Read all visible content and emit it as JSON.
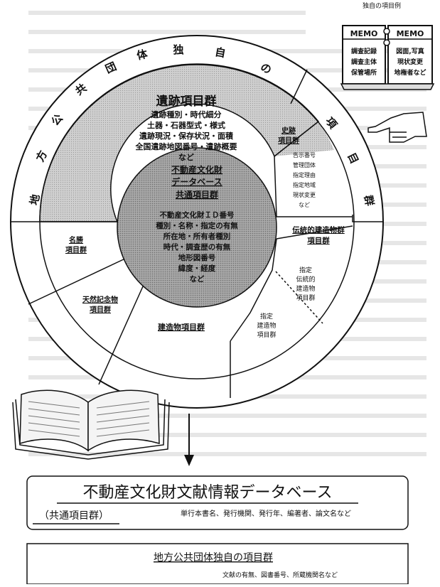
{
  "top_caption": "独自の項目例",
  "memo": {
    "left_title": "MEMO",
    "right_title": "MEMO",
    "left_lines": [
      "調査記録",
      "調査主体",
      "保管場所"
    ],
    "right_lines": [
      "図面,写真",
      "現状変更",
      "地権者など"
    ]
  },
  "ring_chars": [
    "地",
    "方",
    "公",
    "共",
    "団",
    "体",
    "独",
    "自",
    "の",
    "項",
    "目",
    "群"
  ],
  "iseki": {
    "title": "遺跡項目群",
    "lines": [
      "遺跡種別・時代細分",
      "土器・石器型式・様式",
      "遺跡現況・保存状況・面積",
      "全国遺跡地図番号・遺跡概要",
      "など"
    ]
  },
  "center": {
    "title_lines": [
      "不動産文化財",
      "データベース",
      "共通項目群"
    ],
    "lines": [
      "不動産文化財ＩＤ番号",
      "種別・名称・指定の有無",
      "所在地・所有者種別",
      "時代・調査歴の有無",
      "地形図番号",
      "緯度・経度",
      "など"
    ]
  },
  "shiseki": {
    "title_lines": [
      "史跡",
      "項目群"
    ],
    "lines": [
      "告示番号",
      "管理団体",
      "指定理由",
      "指定地域",
      "現状変更",
      "など"
    ]
  },
  "meisho": {
    "lines": [
      "名勝",
      "項目群"
    ]
  },
  "tennen": {
    "lines": [
      "天然記念物",
      "項目群"
    ]
  },
  "dento": {
    "title": "伝統的建造物群",
    "subtitle": "項目群"
  },
  "shitei_dento": {
    "lines": [
      "指定",
      "伝統的",
      "建造物",
      "項目群"
    ]
  },
  "shitei_kenzo": {
    "lines": [
      "指定",
      "建造物",
      "項目群"
    ]
  },
  "kenzobutsu": {
    "title": "建造物項目群"
  },
  "bottom": {
    "main_title": "不動産文化財文献情報データベース",
    "common_label": "（共通項目群）",
    "common_items": "単行本書名、発行機関、発行年、編著者、論文名など",
    "local_title": "地方公共団体独自の項目群",
    "local_items": "文献の有無、図書番号、所蔵機関名など"
  }
}
